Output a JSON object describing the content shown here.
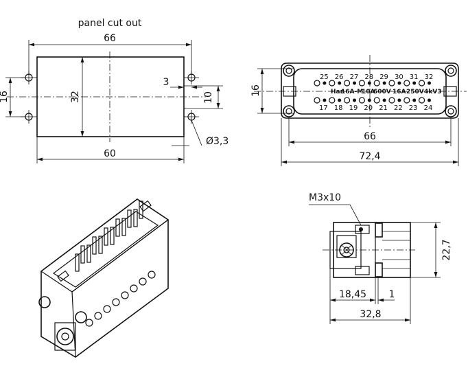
{
  "panel_cutout": {
    "title": "panel cut out",
    "dim_width_outer": "66",
    "dim_width_inner": "60",
    "dim_height": "32",
    "dim_hole_pitch": "16",
    "dim_offset": "3",
    "dim_slot": "10",
    "dim_hole_diameter": "Ø3,3"
  },
  "front_view": {
    "dim_height": "16",
    "dim_hole_pitch": "66",
    "dim_overall": "72,4",
    "top_contacts": [
      "25",
      "26",
      "27",
      "28",
      "29",
      "30",
      "31",
      "32"
    ],
    "bottom_contacts": [
      "17",
      "18",
      "19",
      "20",
      "21",
      "22",
      "23",
      "24"
    ],
    "marking": [
      "Han",
      "16A-M",
      "10A",
      "600V",
      "16A",
      "250V",
      "4kV3"
    ]
  },
  "side_view": {
    "screw_label": "M3x10",
    "dim_height": "22,7",
    "dim_partial": "18,45",
    "dim_gap": "1",
    "dim_length": "32,8"
  }
}
